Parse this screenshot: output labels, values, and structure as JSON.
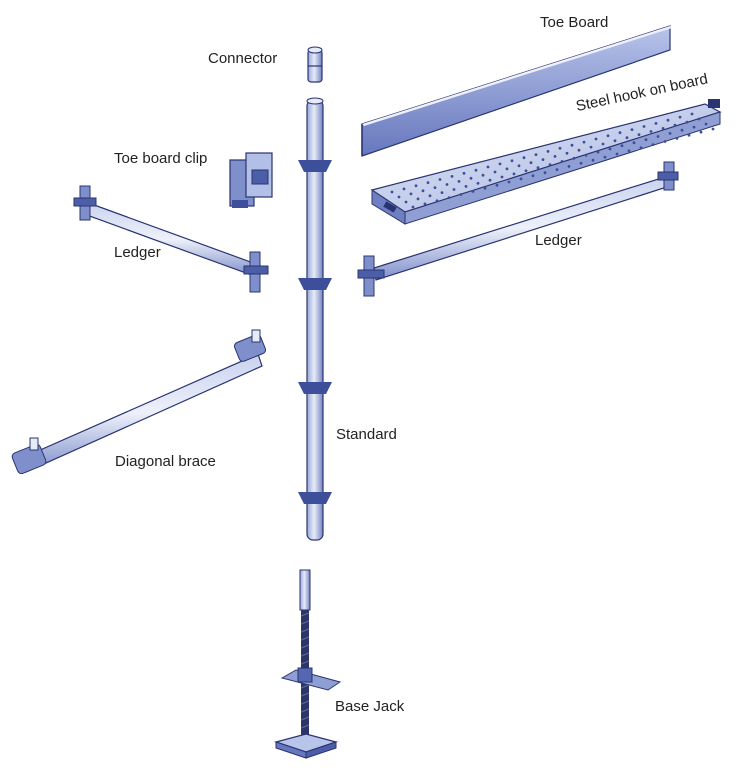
{
  "labels": {
    "toe_board": "Toe Board",
    "connector": "Connector",
    "steel_hook": "Steel hook on board",
    "toe_board_clip": "Toe board clip",
    "ledger_left": "Ledger",
    "ledger_right": "Ledger",
    "standard": "Standard",
    "diagonal_brace": "Diagonal brace",
    "base_jack": "Base Jack"
  },
  "colors": {
    "steel_light": "#d7def0",
    "steel_mid": "#8fa0cf",
    "steel_dark": "#3d4f9a",
    "outline": "#2a3470"
  }
}
